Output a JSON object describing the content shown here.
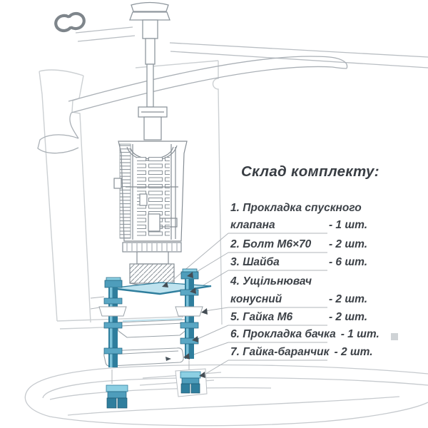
{
  "title": "Склад комплекту:",
  "parts": [
    {
      "line1": "1. Прокладка спускного",
      "line2": "клапана",
      "qty": "- 1 шт."
    },
    {
      "line1": "2. Болт М6×70",
      "qty": "- 2 шт."
    },
    {
      "line1": "3. Шайба",
      "qty": "- 6 шт."
    },
    {
      "line1": "4. Ущільнювач",
      "line2": "конусний",
      "qty": "- 2 шт."
    },
    {
      "line1": "5. Гайка М6",
      "qty": "- 2 шт."
    },
    {
      "line1": "6. Прокладка бачка",
      "qty": "- 1 шт."
    },
    {
      "line1": "7. Гайка-баранчик",
      "qty": "- 2 шт."
    }
  ],
  "icons": {
    "logo": "interlocked-rings-logo"
  },
  "colors": {
    "teal_dark": "#2f7e9d",
    "teal_mid": "#4e9dbb",
    "teal_light": "#8ccfe3",
    "gasket_fill": "#bfe3ef",
    "line_gray": "#8a9199",
    "tank_gray": "#ccd0d3",
    "text": "#3d4248"
  }
}
